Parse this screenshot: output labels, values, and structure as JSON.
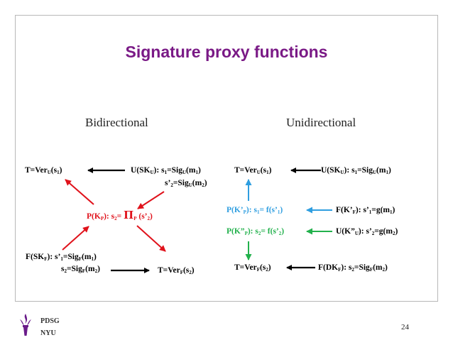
{
  "slide": {
    "title": "Signature proxy functions",
    "page_number": "24",
    "footer": {
      "line1": "PDSG",
      "line2": "NYU"
    }
  },
  "bidirectional": {
    "heading": "Bidirectional",
    "verify_user": {
      "prefix": "T=Ver",
      "sub": "U",
      "arg": "(s",
      "arg_sub": "1",
      "close": ")"
    },
    "user_key": {
      "prefix": "U(SK",
      "sub": "U",
      "mid": "): s",
      "s_sub": "1",
      "rest": "=Sig",
      "sig_sub": "U",
      "msg": "(m",
      "msg_sub": "1",
      "close": ")"
    },
    "user_key_line2": {
      "prefix": "s’",
      "sub": "2",
      "rest": "=Sig",
      "sig_sub": "U",
      "msg": "(m",
      "msg_sub": "2",
      "close": ")"
    },
    "proxy": {
      "prefix": "P(K",
      "sub": "P",
      "mid": "): s",
      "s_sub": "2",
      "eq": "= ",
      "pi": "Π",
      "pi_sub": "P",
      "arg": " (s’",
      "arg_sub": "2",
      "close": ")"
    },
    "forward_key": {
      "prefix": "F(SK",
      "sub": "F",
      "mid": "): s’",
      "s_sub": "1",
      "rest": "=Sig",
      "sig_sub": "F",
      "msg": "(m",
      "msg_sub": "1",
      "close": ")"
    },
    "forward_key_line2": {
      "prefix": "s",
      "sub": "2",
      "rest": "=Sig",
      "sig_sub": "F",
      "msg": "(m",
      "msg_sub": "2",
      "close": ")"
    },
    "verify_forward": {
      "prefix": "T=Ver",
      "sub": "F",
      "arg": "(s",
      "arg_sub": "2",
      "close": ")"
    }
  },
  "unidirectional": {
    "heading": "Unidirectional",
    "verify_user": {
      "prefix": "T=Ver",
      "sub": "U",
      "arg": "(s",
      "arg_sub": "1",
      "close": ")"
    },
    "user_key": {
      "prefix": "U(SK",
      "sub": "U",
      "mid": "): s",
      "s_sub": "1",
      "rest": "=Sig",
      "sig_sub": "U",
      "msg": "(m",
      "msg_sub": "1",
      "close": ")"
    },
    "proxy1": {
      "prefix": "P(K’",
      "sub": "P",
      "mid": "): s",
      "s_sub": "1",
      "rest": "= f(s’",
      "arg_sub": "1",
      "close": ")"
    },
    "fkey1": {
      "prefix": "F(K’",
      "sub": "F",
      "mid": "): s’",
      "s_sub": "1",
      "rest": "=g(m",
      "msg_sub": "1",
      "close": ")"
    },
    "proxy2": {
      "prefix": "P(K”",
      "sub": "P",
      "mid": "): s",
      "s_sub": "2",
      "rest": "= f(s’",
      "arg_sub": "2",
      "close": ")"
    },
    "ukey2": {
      "prefix": "U(K”",
      "sub": "U",
      "mid": "): s’",
      "s_sub": "2",
      "rest": "=g(m",
      "msg_sub": "2",
      "close": ")"
    },
    "verify_forward": {
      "prefix": "T=Ver",
      "sub": "F",
      "arg": "(s",
      "arg_sub": "2",
      "close": ")"
    },
    "forward_key": {
      "prefix": "F(DK",
      "sub": "F",
      "mid": "): s",
      "s_sub": "2",
      "rest": "=Sig",
      "sig_sub": "F",
      "msg": "(m",
      "msg_sub": "2",
      "close": ")"
    }
  },
  "colors": {
    "title": "#7a1a86",
    "red": "#e0121b",
    "blue": "#2f9ee0",
    "green": "#22b14c",
    "black": "#000000"
  }
}
